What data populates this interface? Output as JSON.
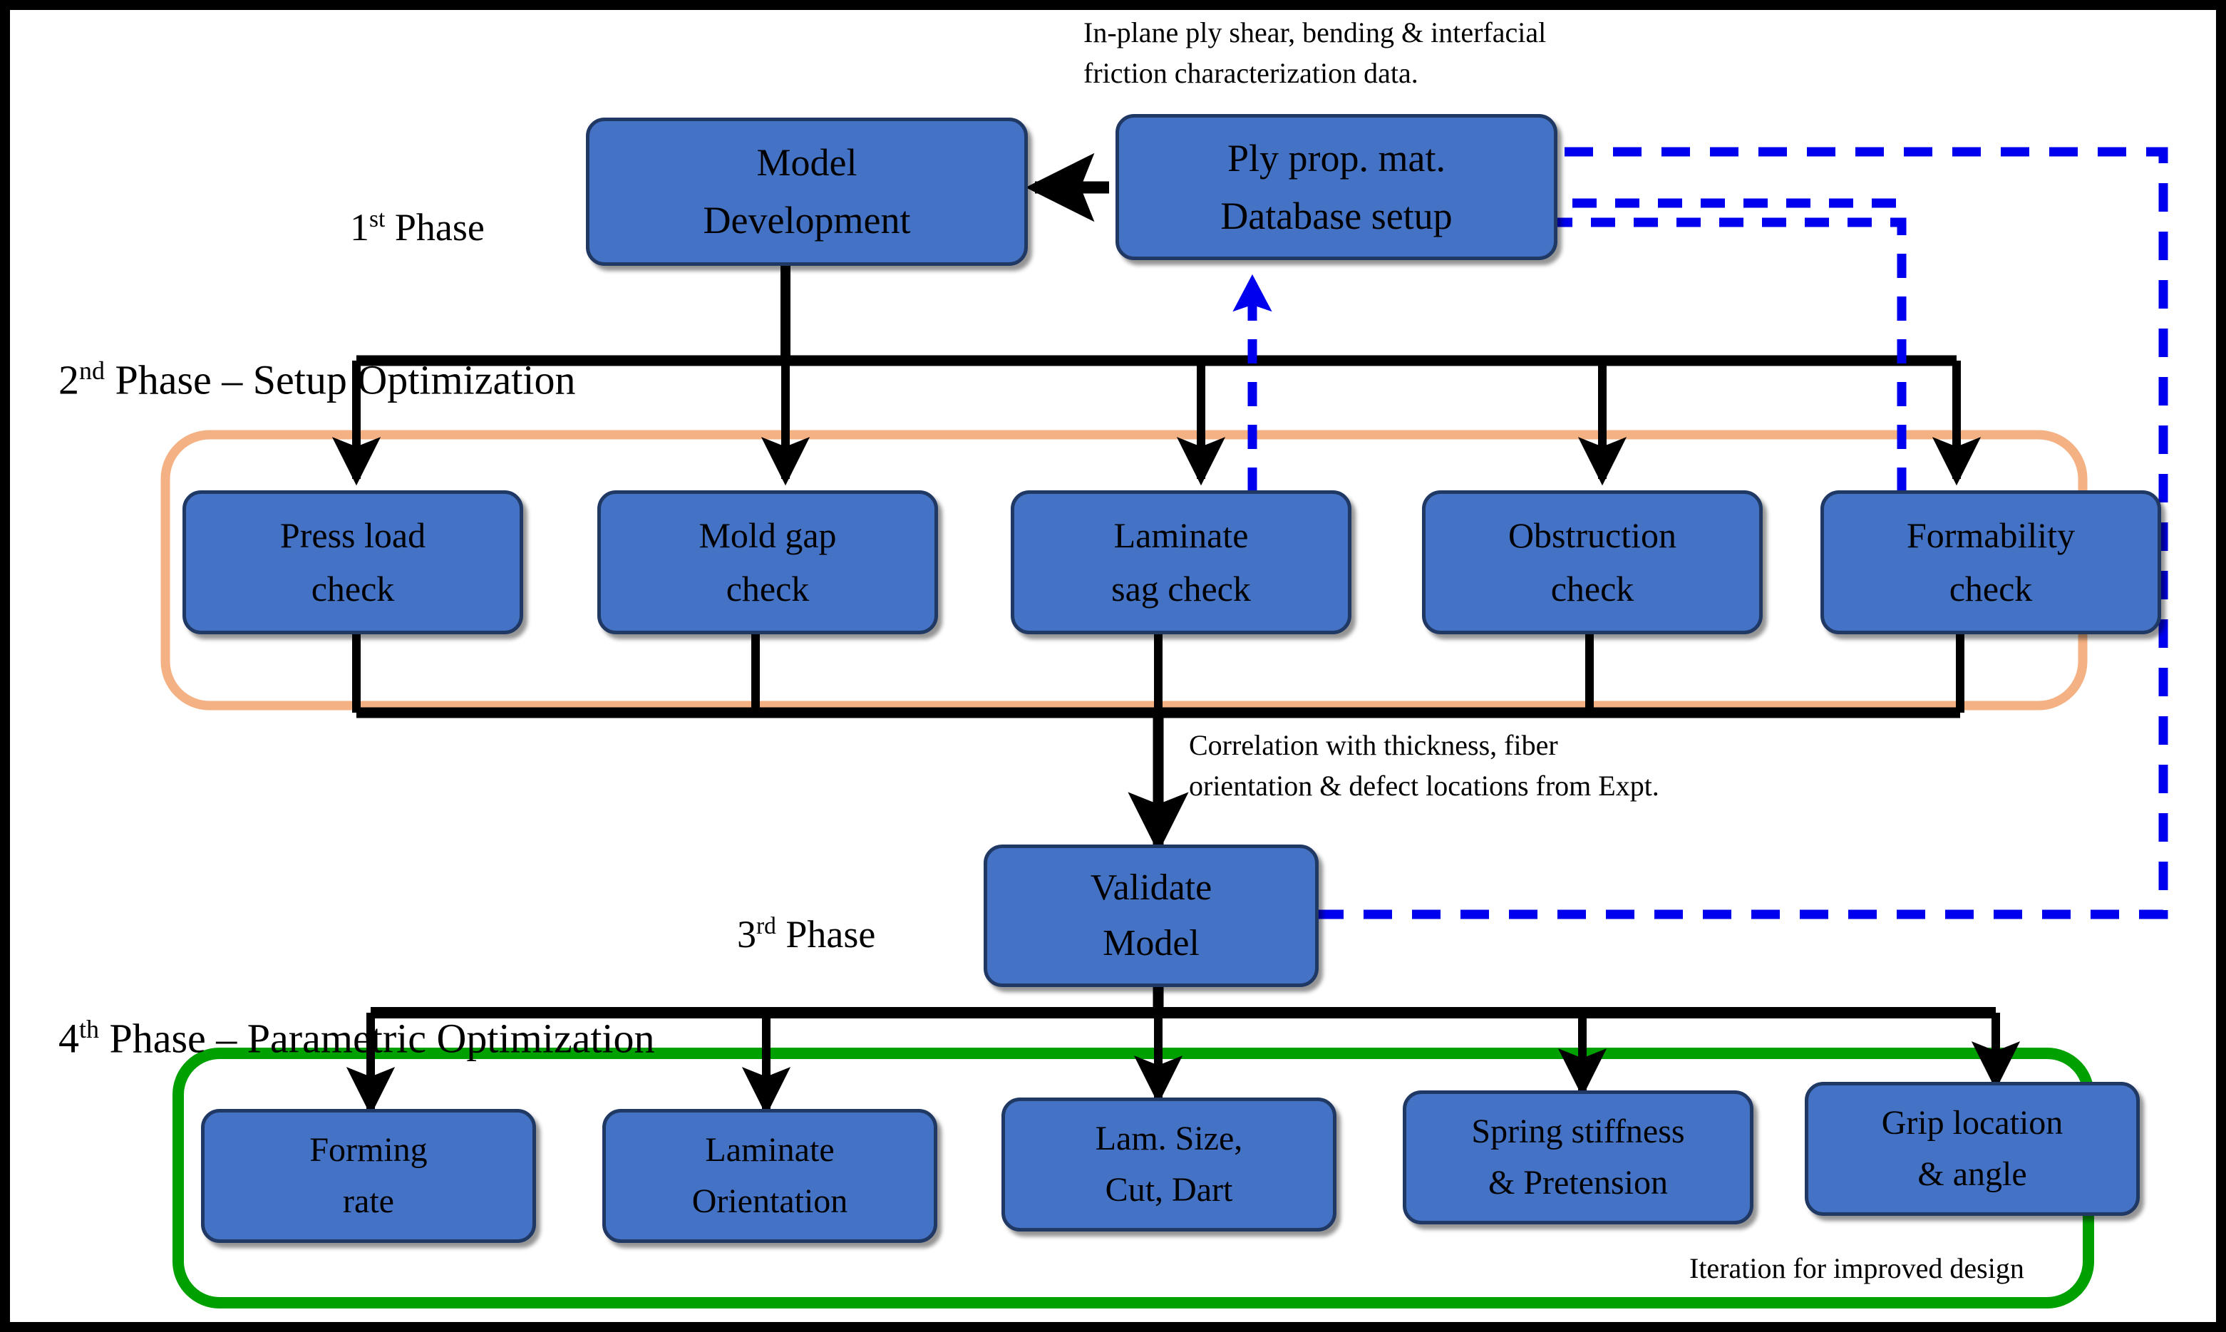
{
  "diagram": {
    "title": "Multi-phase composite forming simulation workflow",
    "colors": {
      "node_fill": "#4472C4",
      "node_border": "#203864",
      "phase2_container": "#F4B183",
      "phase4_container": "#00A000",
      "feedback_arrow": "#0000EE",
      "flow_arrow": "#000000",
      "page_border": "#000000"
    }
  },
  "phase_labels": {
    "phase1": {
      "ordinal": "1",
      "suffix": "st",
      "text": " Phase"
    },
    "phase2": {
      "ordinal": "2",
      "suffix": "nd",
      "text": " Phase – Setup Optimization"
    },
    "phase3": {
      "ordinal": "3",
      "suffix": "rd",
      "text": " Phase"
    },
    "phase4": {
      "ordinal": "4",
      "suffix": "th",
      "text": " Phase – Parametric Optimization"
    }
  },
  "notes": {
    "material_data": {
      "line1": "In-plane ply shear, bending & interfacial",
      "line2": "friction characterization data."
    },
    "correlation": {
      "line1": "Correlation with thickness, fiber",
      "line2": "orientation & defect locations from Expt."
    },
    "iteration": "Iteration for improved design"
  },
  "nodes": {
    "model_development": {
      "line1": "Model",
      "line2": "Development"
    },
    "ply_database": {
      "line1": "Ply prop. mat.",
      "line2": "Database setup"
    },
    "validate_model": {
      "line1": "Validate",
      "line2": "Model"
    }
  },
  "phase2_checks": [
    {
      "id": "press-load-check",
      "line1": "Press load",
      "line2": "check"
    },
    {
      "id": "mold-gap-check",
      "line1": "Mold gap",
      "line2": "check"
    },
    {
      "id": "laminate-sag-check",
      "line1": "Laminate",
      "line2": "sag check"
    },
    {
      "id": "obstruction-check",
      "line1": "Obstruction",
      "line2": "check"
    },
    {
      "id": "formability-check",
      "line1": "Formability",
      "line2": "check"
    }
  ],
  "phase4_parameters": [
    {
      "id": "forming-rate",
      "line1": "Forming",
      "line2": "rate"
    },
    {
      "id": "laminate-orientation",
      "line1": "Laminate",
      "line2": "Orientation"
    },
    {
      "id": "lam-size-cut-dart",
      "line1": "Lam. Size,",
      "line2": "Cut, Dart"
    },
    {
      "id": "spring-stiffness",
      "line1": "Spring stiffness",
      "line2": "& Pretension"
    },
    {
      "id": "grip-location",
      "line1": "Grip location",
      "line2": "& angle"
    }
  ]
}
